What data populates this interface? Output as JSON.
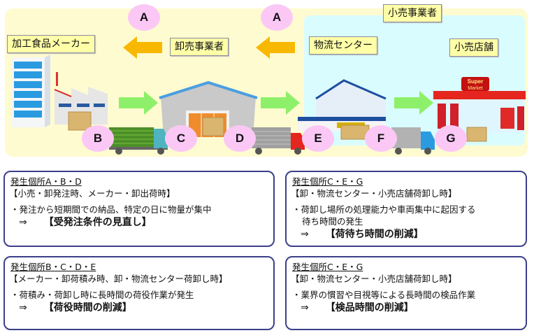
{
  "diagram": {
    "actors": {
      "manufacturer": "加工食品メーカー",
      "wholesaler": "卸売事業者",
      "retailer_group": "小売事業者",
      "distribution_center": "物流センター",
      "retail_store": "小売店舗"
    },
    "order_points": [
      "A",
      "A"
    ],
    "points": [
      "B",
      "C",
      "D",
      "E",
      "F",
      "G"
    ],
    "store_sign": [
      "Super",
      "Market"
    ],
    "colors": {
      "order_arrow": "#f9b800",
      "flow_arrow": "#8ef06a",
      "bubble": "#fbc8f6",
      "outer_bg": "#fffbd0",
      "retail_bg": "#d9fdff",
      "box_border": "#3c3f8a"
    }
  },
  "boxes": [
    {
      "heading": "発生個所A・B・D",
      "context": "【小売・卸発注時、メーカー・卸出荷時】",
      "issue": "・発注から短期間での納品、特定の日に物量が集中",
      "arrow": "⇒",
      "measure": "【受発注条件の見直し】"
    },
    {
      "heading": "発生個所C・E・G",
      "context": "【卸・物流センター・小売店舗荷卸し時】",
      "issue": "・荷卸し場所の処理能力や車両集中に起因する",
      "issue2": "待ち時間の発生",
      "arrow": "⇒",
      "measure": "【荷待ち時間の削減】"
    },
    {
      "heading": "発生個所B・C・D・E",
      "context": "【メーカー・卸荷積み時、卸・物流センター荷卸し時】",
      "issue": "・荷積み・荷卸し時に長時間の荷役作業が発生",
      "arrow": "⇒",
      "measure": "【荷役時間の削減】"
    },
    {
      "heading": "発生個所C・E・G",
      "context": "【卸・物流センター・小売店舗荷卸し時】",
      "issue": "・業界の慣習や目視等による長時間の検品作業",
      "arrow": "⇒",
      "measure": "【検品時間の削減】"
    }
  ]
}
